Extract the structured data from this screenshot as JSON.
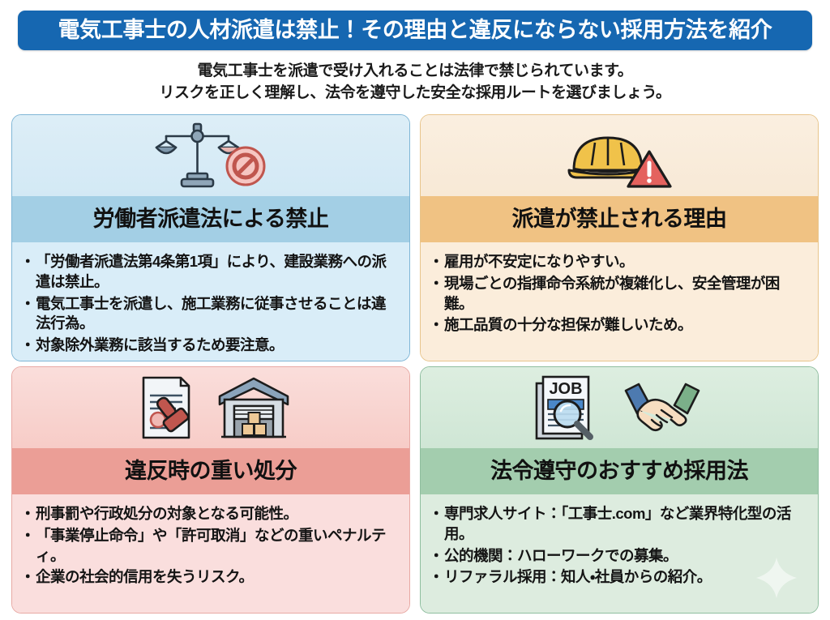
{
  "header": {
    "title": "電気工事士の人材派遣は禁止！その理由と違反にならない採用方法を紹介",
    "banner_color": "#1667b1",
    "banner_text_color": "#ffffff"
  },
  "lead": {
    "line1": "電気工事士を派遣で受け入れることは法律で禁じられています。",
    "line2": "リスクを正しく理解し、法令を遵守した安全な採用ルートを選びましょう。"
  },
  "cards": [
    {
      "id": "prohibition-by-worker-dispatch-law",
      "title": "労働者派遣法による禁止",
      "accent": "#a3cfe5",
      "body_color": "#d9edf8",
      "icons": [
        "scales-of-justice-icon",
        "prohibition-sign-icon"
      ],
      "bullets": [
        "「労働者派遣法第4条第1項」により、建設業務への派遣は禁止。",
        "電気工事士を派遣し、施工業務に従事させることは違法行為。",
        "対象除外業務に該当するため要注意。"
      ]
    },
    {
      "id": "reasons-dispatch-is-banned",
      "title": "派遣が禁止される理由",
      "accent": "#f0c283",
      "body_color": "#fbeddb",
      "icons": [
        "hard-hat-icon",
        "warning-triangle-icon"
      ],
      "bullets": [
        "雇用が不安定になりやすい。",
        "現場ごとの指揮命令系統が複雑化し、安全管理が困難。",
        "施工品質の十分な担保が難しいため。"
      ]
    },
    {
      "id": "heavy-penalties-for-violation",
      "title": "違反時の重い処分",
      "accent": "#eb9e96",
      "body_color": "#fadedd",
      "icons": [
        "document-stamp-icon",
        "warehouse-icon"
      ],
      "bullets": [
        "刑事罰や行政処分の対象となる可能性。",
        "「事業停止命令」や「許可取消」などの重いペナルティ。",
        "企業の社会的信用を失うリスク。"
      ]
    },
    {
      "id": "compliant-recommended-hiring-methods",
      "title": "法令遵守のおすすめ採用法",
      "accent": "#a3cdae",
      "body_color": "#ddecdf",
      "icons": [
        "job-search-icon",
        "handshake-icon"
      ],
      "icon_labels": [
        "JOB"
      ],
      "bullets": [
        "専門求人サイト：「工事士.com」など業界特化型の活用。",
        "公的機関：ハローワークでの募集。",
        "リファラル採用：知人・社員からの紹介。"
      ],
      "decoration": "sparkle-icon"
    }
  ]
}
